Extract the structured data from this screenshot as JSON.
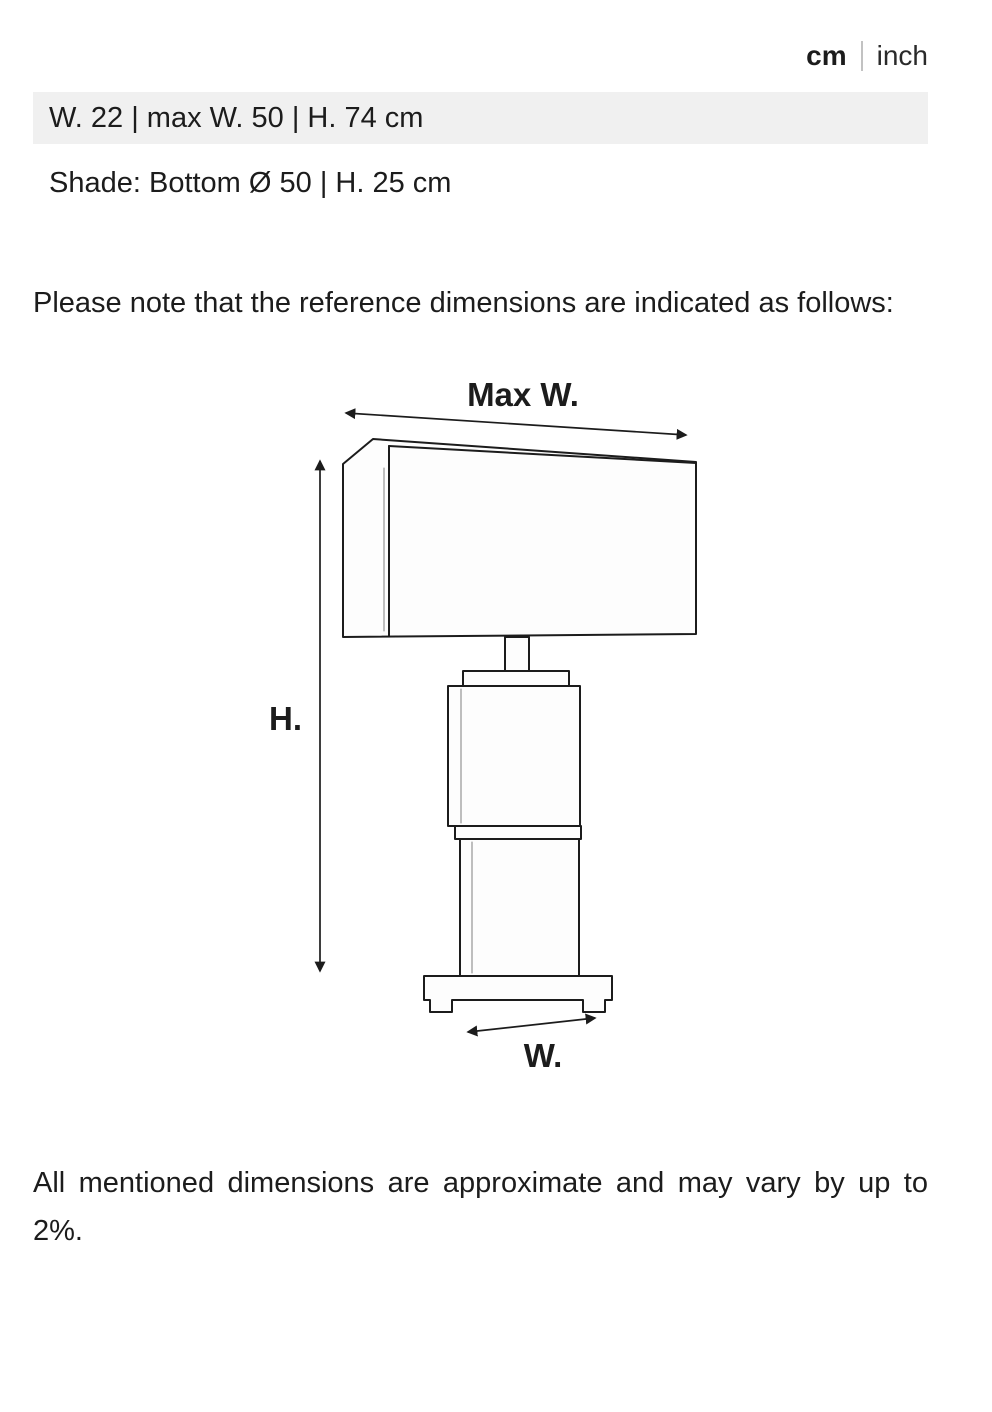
{
  "unit_toggle": {
    "cm_label": "cm",
    "inch_label": "inch"
  },
  "dimensions_bar": {
    "text": "W. 22 | max W. 50 | H. 74 cm"
  },
  "shade_dimensions": {
    "text": "Shade: Bottom Ø 50 | H. 25 cm"
  },
  "reference_note": "Please note that the reference dimensions are indicated as follows:",
  "diagram": {
    "max_width_label": "Max W.",
    "height_label": "H.",
    "width_label": "W."
  },
  "disclaimer": "All mentioned dimensions are approximate and may vary by up to 2%.",
  "colors": {
    "text": "#1c1c1c",
    "bar_background": "#f0f0f0",
    "divider": "#c2c2c2",
    "line": "#1c1c1c"
  }
}
